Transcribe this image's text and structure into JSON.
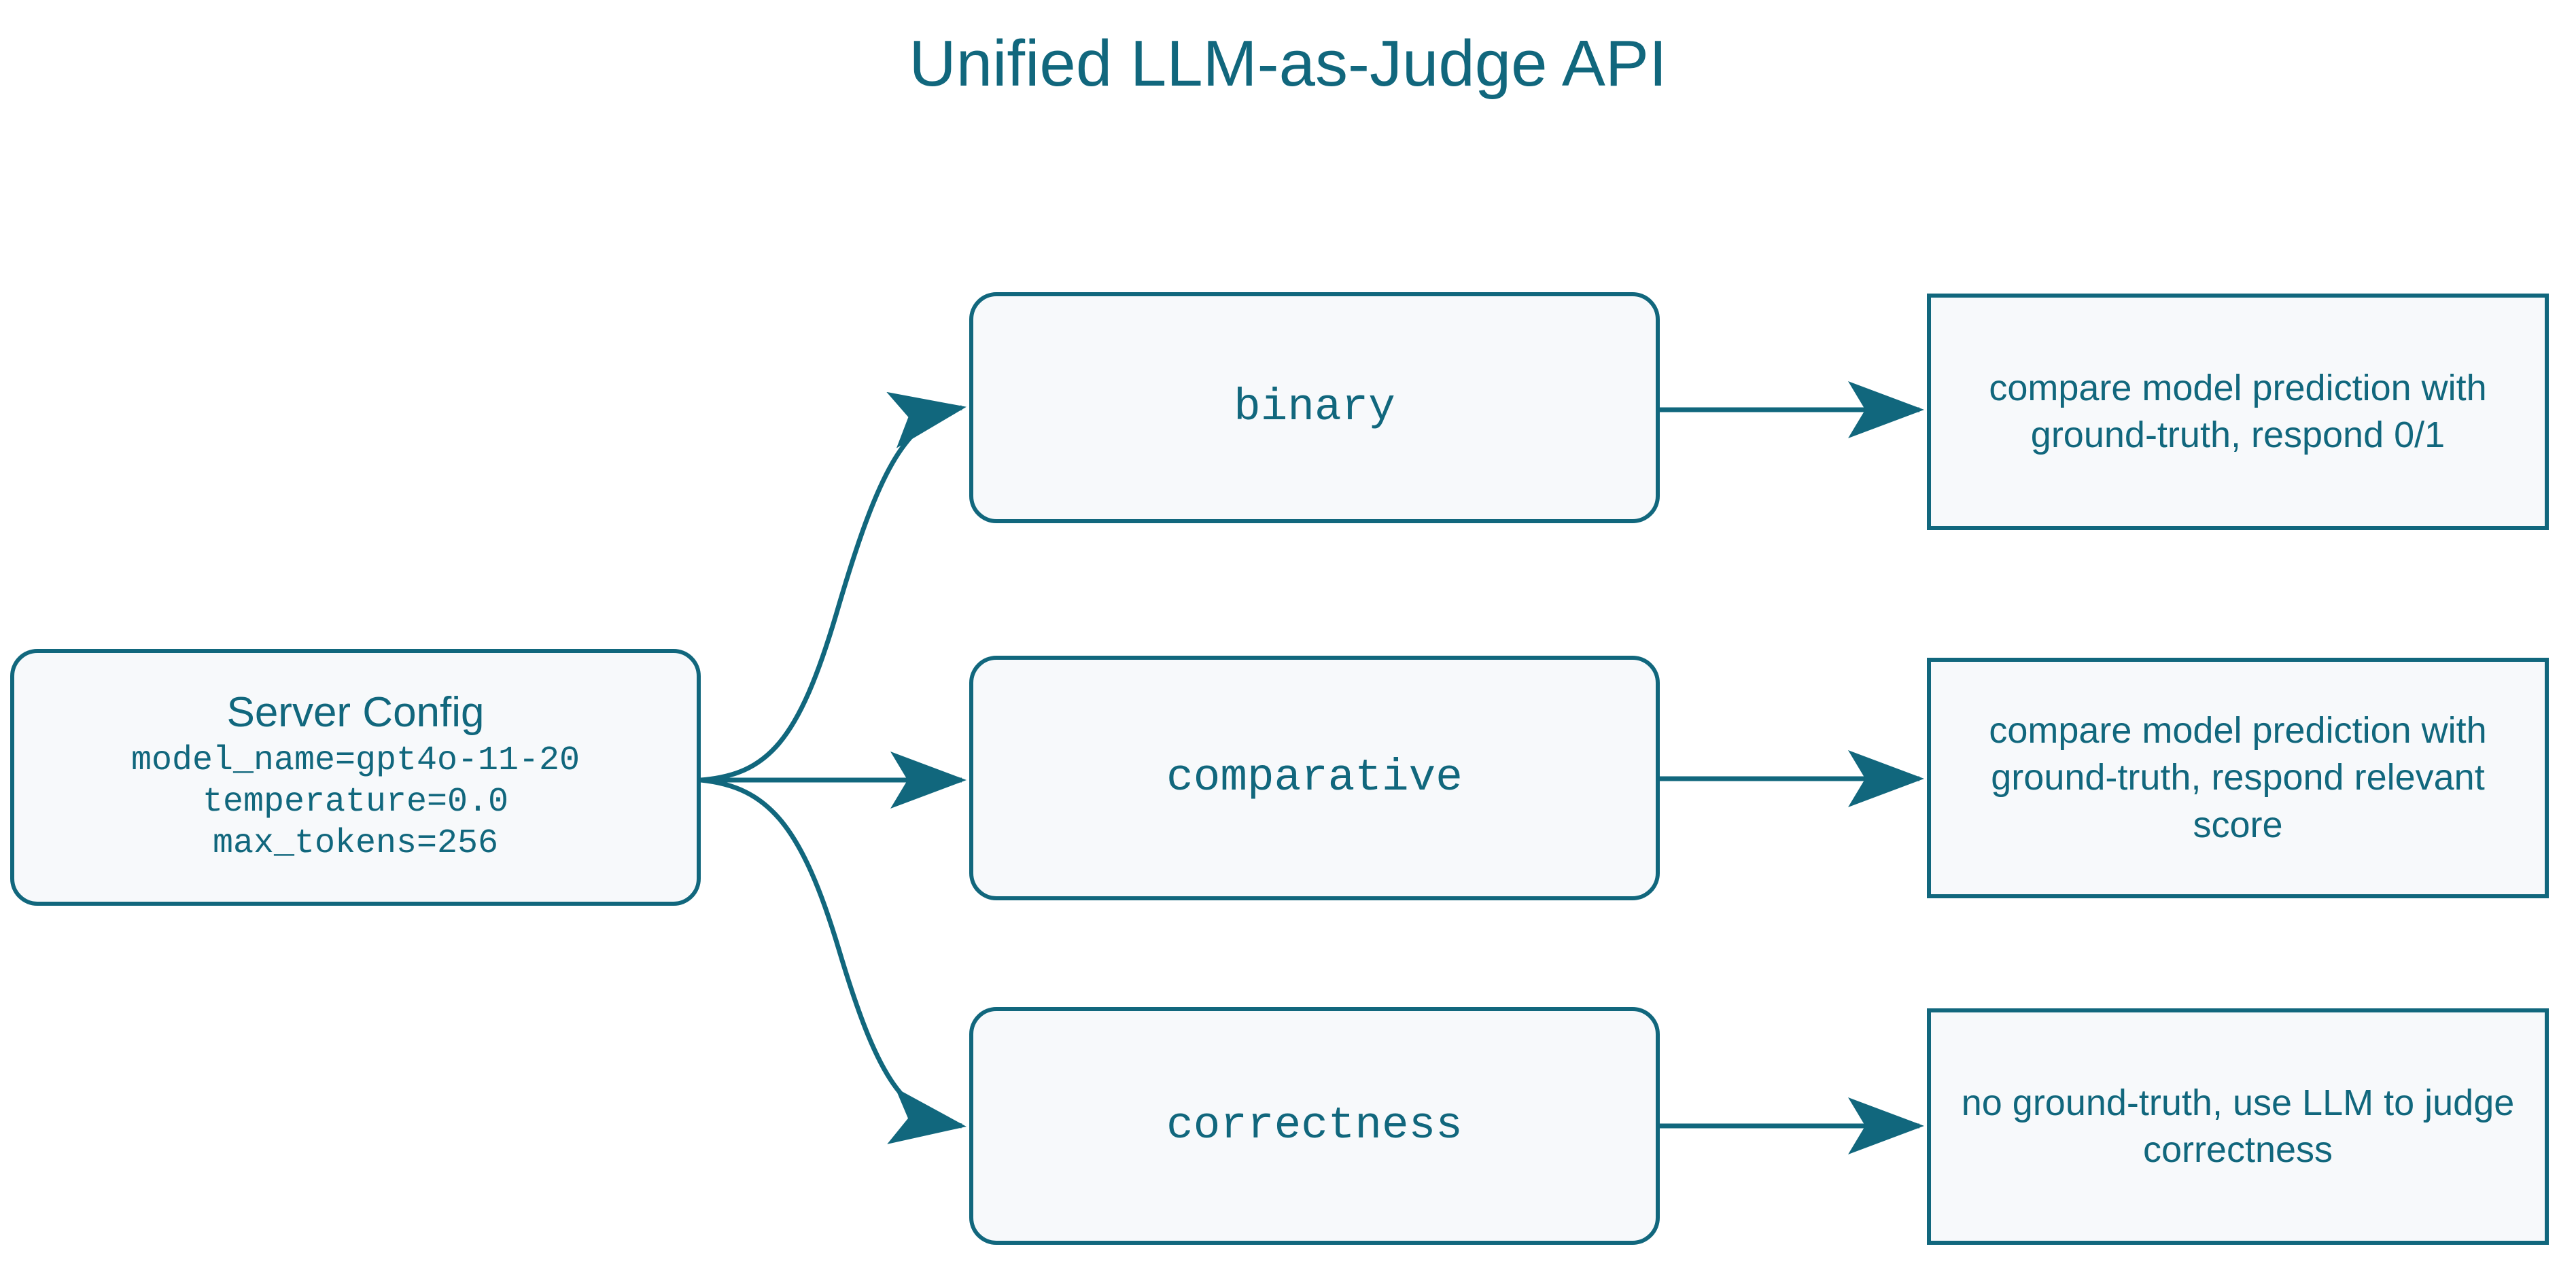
{
  "diagram": {
    "title": "Unified LLM-as-Judge API",
    "accent_color": "#11677d",
    "node_fill": "#f7f9fb",
    "background": "#ffffff",
    "server": {
      "title": "Server Config",
      "config_lines": "model_name=gpt4o-11-20\ntemperature=0.0\nmax_tokens=256",
      "settings": [
        {
          "key": "model_name",
          "value": "gpt4o-11-20"
        },
        {
          "key": "temperature",
          "value": "0.0"
        },
        {
          "key": "max_tokens",
          "value": "256"
        }
      ]
    },
    "modes": [
      {
        "name": "binary",
        "description": "compare model prediction with ground-truth, respond 0/1"
      },
      {
        "name": "comparative",
        "description": "compare model prediction with ground-truth, respond relevant score"
      },
      {
        "name": "correctness",
        "description": "no ground-truth, use LLM to judge correctness"
      }
    ]
  }
}
